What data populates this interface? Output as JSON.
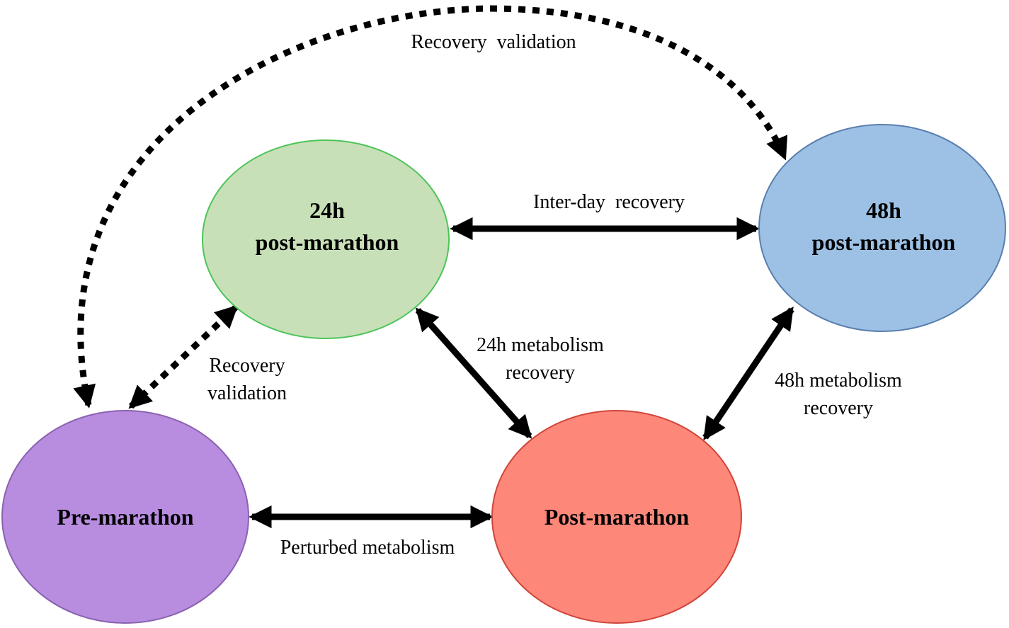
{
  "nodes": {
    "pre": {
      "label": "Pre-marathon",
      "color": "#b88de0",
      "stroke": "#8a62b0"
    },
    "post": {
      "label": "Post-marathon",
      "color": "#fd8779",
      "stroke": "#d0453a"
    },
    "h24": {
      "label_line1": "24h",
      "label_line2": "post-marathon",
      "color": "#c8e0b8",
      "stroke": "#4cc45a"
    },
    "h48": {
      "label_line1": "48h",
      "label_line2": "post-marathon",
      "color": "#9dc1e5",
      "stroke": "#5a7fae"
    }
  },
  "edges": {
    "top_validation": {
      "label": "Recovery  validation",
      "style": "dotted",
      "direction": "both"
    },
    "left_validation": {
      "label_line1": "Recovery",
      "label_line2": "validation",
      "style": "dotted",
      "direction": "both"
    },
    "inter_day": {
      "label": "Inter-day  recovery",
      "style": "solid",
      "direction": "both"
    },
    "metabolism_24h": {
      "label_line1": "24h metabolism",
      "label_line2": "recovery",
      "style": "solid",
      "direction": "both"
    },
    "metabolism_48h": {
      "label_line1": "48h metabolism",
      "label_line2": "recovery",
      "style": "solid",
      "direction": "both"
    },
    "perturbed": {
      "label": "Perturbed metabolism",
      "style": "solid",
      "direction": "both"
    }
  }
}
